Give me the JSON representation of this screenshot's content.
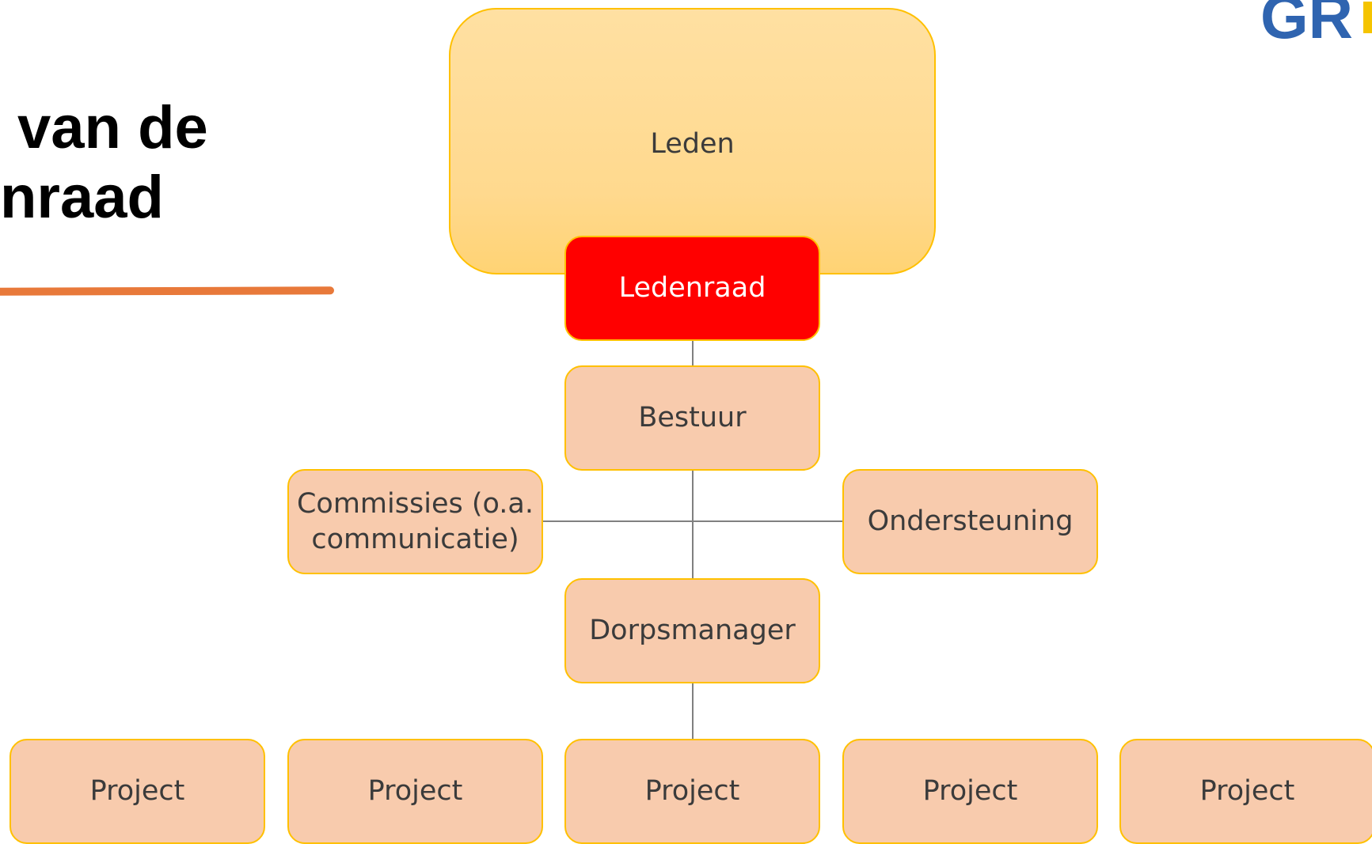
{
  "title": {
    "line1": "van de",
    "line2": "nraad"
  },
  "logo": {
    "text": "GR"
  },
  "org_chart": {
    "leden": "Leden",
    "ledenraad": "Ledenraad",
    "bestuur": "Bestuur",
    "commissies": "Commissies (o.a. communicatie)",
    "ondersteuning": "Ondersteuning",
    "dorpsmanager": "Dorpsmanager",
    "projects": [
      "Project",
      "Project",
      "Project",
      "Project",
      "Project"
    ]
  },
  "colors": {
    "accent_line": "#E8793A",
    "leden_fill": "#FFD98E",
    "ledenraad_fill": "#FF0000",
    "box_fill": "#F8CBAD",
    "box_border": "#FFC000",
    "connector": "#808080",
    "logo": "#2F64B0"
  }
}
